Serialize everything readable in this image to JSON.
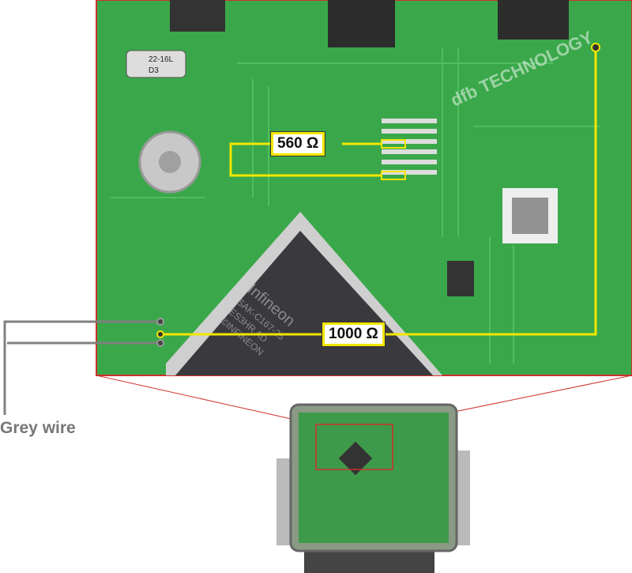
{
  "labels": {
    "resistor_560": "560 Ω",
    "resistor_1000": "1000 Ω",
    "grey_wire": "Grey wire"
  },
  "chip_markings": [
    "Infineon",
    "SAK-C167-25",
    "ES3HR AD",
    "©INFINEON"
  ],
  "components": [
    "22-16L",
    "D3"
  ],
  "watermark": "dfb TECHNOLOGY",
  "colors": {
    "pcb": "#3aa84a",
    "highlight": "#f2e600",
    "zoom_frame": "#d0302a",
    "wire": "#808080"
  }
}
